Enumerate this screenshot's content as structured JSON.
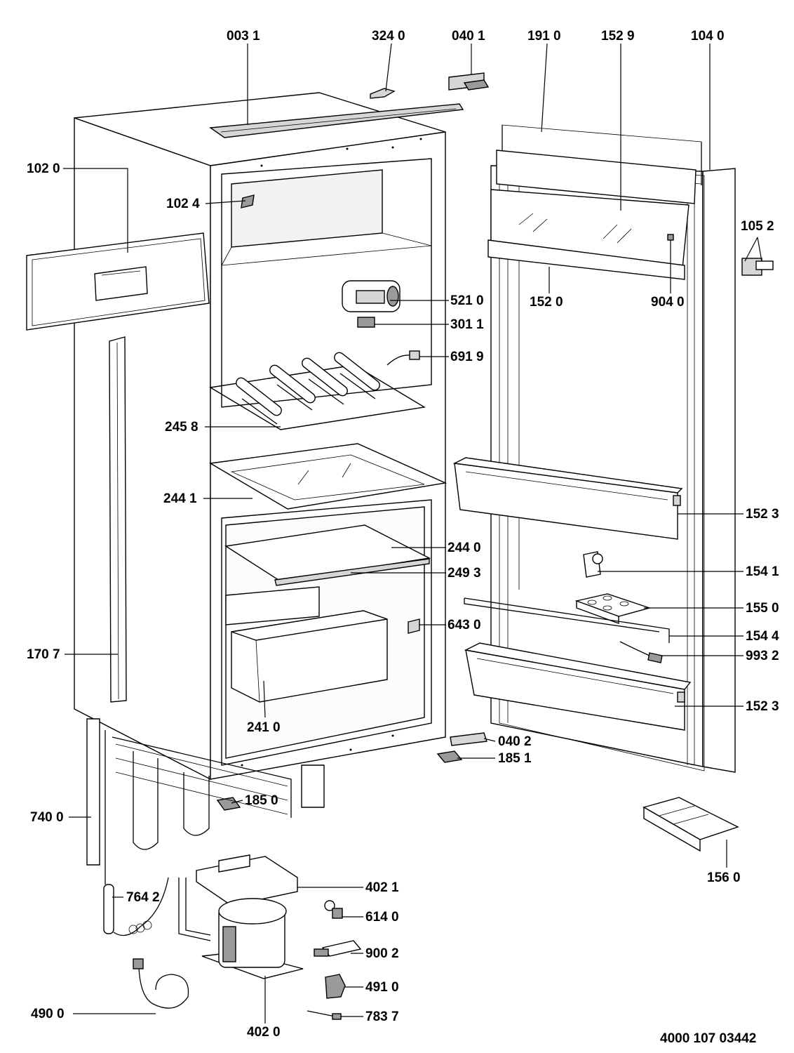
{
  "document_number": "4000 107 03442",
  "parts": [
    {
      "id": "p0031",
      "label": "003 1"
    },
    {
      "id": "p3240",
      "label": "324 0"
    },
    {
      "id": "p0401",
      "label": "040 1"
    },
    {
      "id": "p1910",
      "label": "191 0"
    },
    {
      "id": "p1529",
      "label": "152 9"
    },
    {
      "id": "p1040",
      "label": "104 0"
    },
    {
      "id": "p1020",
      "label": "102 0"
    },
    {
      "id": "p1024",
      "label": "102 4"
    },
    {
      "id": "p1052",
      "label": "105 2"
    },
    {
      "id": "p5210",
      "label": "521 0"
    },
    {
      "id": "p1520",
      "label": "152 0"
    },
    {
      "id": "p9040",
      "label": "904 0"
    },
    {
      "id": "p3011",
      "label": "301 1"
    },
    {
      "id": "p6919",
      "label": "691 9"
    },
    {
      "id": "p2458",
      "label": "245 8"
    },
    {
      "id": "p2441",
      "label": "244 1"
    },
    {
      "id": "p1523a",
      "label": "152 3"
    },
    {
      "id": "p2440",
      "label": "244 0"
    },
    {
      "id": "p2493",
      "label": "249 3"
    },
    {
      "id": "p1541",
      "label": "154 1"
    },
    {
      "id": "p1550",
      "label": "155 0"
    },
    {
      "id": "p6430",
      "label": "643 0"
    },
    {
      "id": "p1544",
      "label": "154 4"
    },
    {
      "id": "p1707",
      "label": "170 7"
    },
    {
      "id": "p9932",
      "label": "993 2"
    },
    {
      "id": "p1523b",
      "label": "152 3"
    },
    {
      "id": "p2410",
      "label": "241 0"
    },
    {
      "id": "p0402",
      "label": "040 2"
    },
    {
      "id": "p1851",
      "label": "185 1"
    },
    {
      "id": "p1850",
      "label": "185 0"
    },
    {
      "id": "p7400",
      "label": "740 0"
    },
    {
      "id": "p1560",
      "label": "156 0"
    },
    {
      "id": "p4021",
      "label": "402 1"
    },
    {
      "id": "p7642",
      "label": "764 2"
    },
    {
      "id": "p6140",
      "label": "614 0"
    },
    {
      "id": "p9002",
      "label": "900 2"
    },
    {
      "id": "p4910",
      "label": "491 0"
    },
    {
      "id": "p4900",
      "label": "490 0"
    },
    {
      "id": "p7837",
      "label": "783 7"
    },
    {
      "id": "p4020",
      "label": "402 0"
    }
  ]
}
